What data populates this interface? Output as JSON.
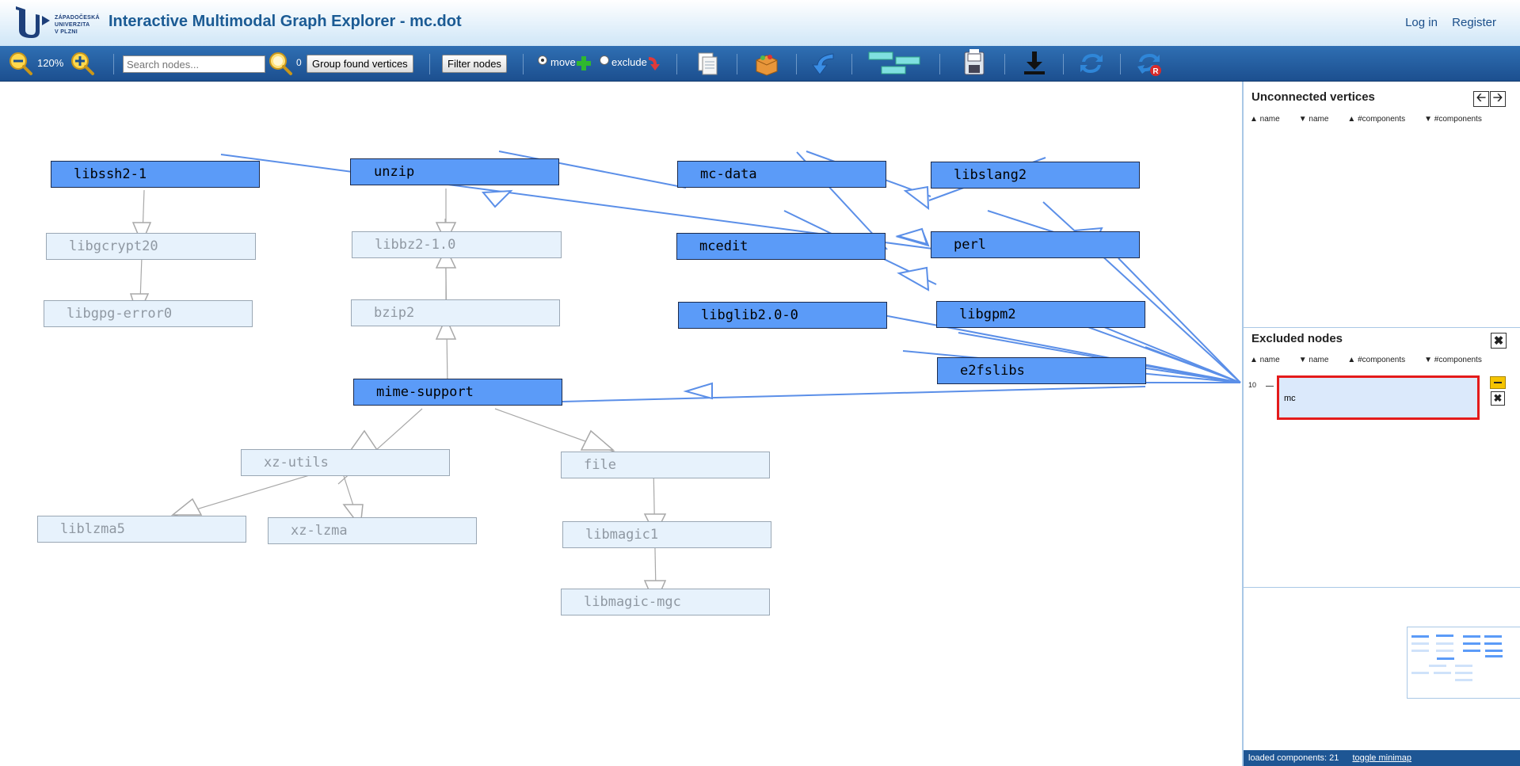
{
  "header": {
    "logo_text": [
      "ZÁPADOČESKÁ",
      "UNIVERZITA",
      "V PLZNI"
    ],
    "title": "Interactive Multimodal Graph Explorer - mc.dot",
    "login": "Log in",
    "register": "Register"
  },
  "toolbar": {
    "zoom_out_icon": "zoom-out-icon",
    "zoom_level": "120%",
    "zoom_in_icon": "zoom-in-icon",
    "search_placeholder": "Search nodes...",
    "search_icon": "magnifier-icon",
    "found_count": "0",
    "group_found_label": "Group found vertices",
    "filter_nodes_label": "Filter nodes",
    "mode_move_label": "move",
    "mode_exclude_label": "exclude",
    "selected_mode": "move"
  },
  "graph": {
    "nodes": [
      {
        "id": "libssh2-1",
        "label": "libssh2-1",
        "state": "active"
      },
      {
        "id": "unzip",
        "label": "unzip",
        "state": "active"
      },
      {
        "id": "mc-data",
        "label": "mc-data",
        "state": "active"
      },
      {
        "id": "libslang2",
        "label": "libslang2",
        "state": "active"
      },
      {
        "id": "libgcrypt20",
        "label": "libgcrypt20",
        "state": "faded"
      },
      {
        "id": "libbz2",
        "label": "libbz2-1.0",
        "state": "faded"
      },
      {
        "id": "mcedit",
        "label": "mcedit",
        "state": "active"
      },
      {
        "id": "perl",
        "label": "perl",
        "state": "active"
      },
      {
        "id": "libgpg-error0",
        "label": "libgpg-error0",
        "state": "faded"
      },
      {
        "id": "bzip2",
        "label": "bzip2",
        "state": "faded"
      },
      {
        "id": "libglib",
        "label": "libglib2.0-0",
        "state": "active"
      },
      {
        "id": "libgpm2",
        "label": "libgpm2",
        "state": "active"
      },
      {
        "id": "e2fslibs",
        "label": "e2fslibs",
        "state": "active"
      },
      {
        "id": "mime-support",
        "label": "mime-support",
        "state": "active"
      },
      {
        "id": "xz-utils",
        "label": "xz-utils",
        "state": "faded"
      },
      {
        "id": "file",
        "label": "file",
        "state": "faded"
      },
      {
        "id": "liblzma5",
        "label": "liblzma5",
        "state": "faded"
      },
      {
        "id": "xz-lzma",
        "label": "xz-lzma",
        "state": "faded"
      },
      {
        "id": "libmagic1",
        "label": "libmagic1",
        "state": "faded"
      },
      {
        "id": "libmagic-mgc",
        "label": "libmagic-mgc",
        "state": "faded"
      }
    ]
  },
  "sidebar": {
    "unconnected": {
      "title": "Unconnected vertices",
      "sort": [
        "▲ name",
        "▼ name",
        "▲ #components",
        "▼ #components"
      ]
    },
    "excluded": {
      "title": "Excluded nodes",
      "sort": [
        "▲ name",
        "▼ name",
        "▲ #components",
        "▼ #components"
      ],
      "count": "10",
      "items": [
        {
          "name": "mc"
        }
      ]
    },
    "status": {
      "loaded": "loaded components: 21",
      "toggle_minimap": "toggle minimap"
    }
  },
  "colors": {
    "active_node": "#5b9bf8",
    "faded_node": "#e7f2fc",
    "edge_active": "#5b8fe8",
    "edge_faded": "#a8a8a8",
    "highlight": "#e41b1b"
  }
}
